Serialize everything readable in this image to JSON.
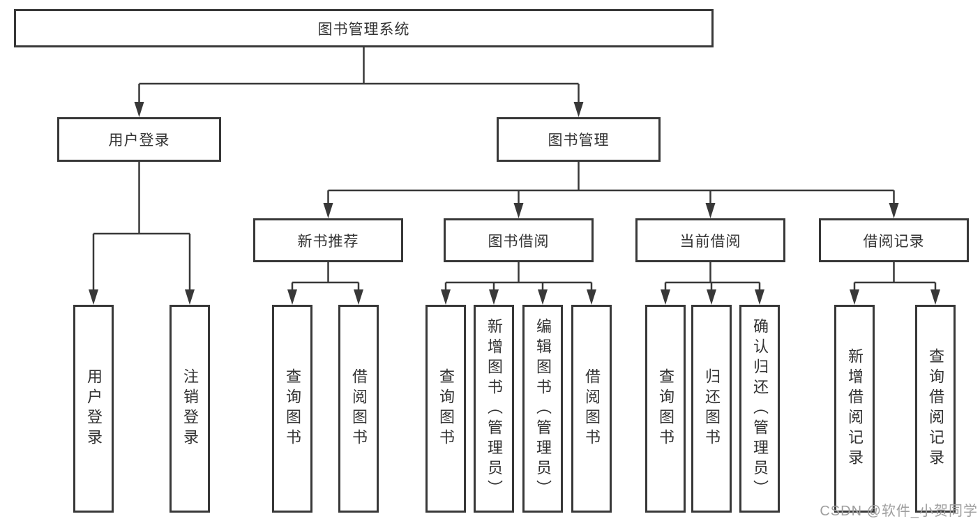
{
  "colors": {
    "line": "#383838",
    "border": "#383838",
    "text": "#333333",
    "watermark": "#9e9e9e",
    "background": "#ffffff"
  },
  "tree": {
    "label": "图书管理系统",
    "children": [
      {
        "label": "用户登录",
        "children": [
          {
            "label": "用户登录"
          },
          {
            "label": "注销登录"
          }
        ]
      },
      {
        "label": "图书管理",
        "children": [
          {
            "label": "新书推荐",
            "children": [
              {
                "label": "查询图书"
              },
              {
                "label": "借阅图书"
              }
            ]
          },
          {
            "label": "图书借阅",
            "children": [
              {
                "label": "查询图书"
              },
              {
                "label": "新增图书（管理员）"
              },
              {
                "label": "编辑图书（管理员）"
              },
              {
                "label": "借阅图书"
              }
            ]
          },
          {
            "label": "当前借阅",
            "children": [
              {
                "label": "查询图书"
              },
              {
                "label": "归还图书"
              },
              {
                "label": "确认归还（管理员）"
              }
            ]
          },
          {
            "label": "借阅记录",
            "children": [
              {
                "label": "新增借阅记录"
              },
              {
                "label": "查询借阅记录"
              }
            ]
          }
        ]
      }
    ]
  },
  "watermark": {
    "text": "CSDN @软件_小贺同学"
  }
}
